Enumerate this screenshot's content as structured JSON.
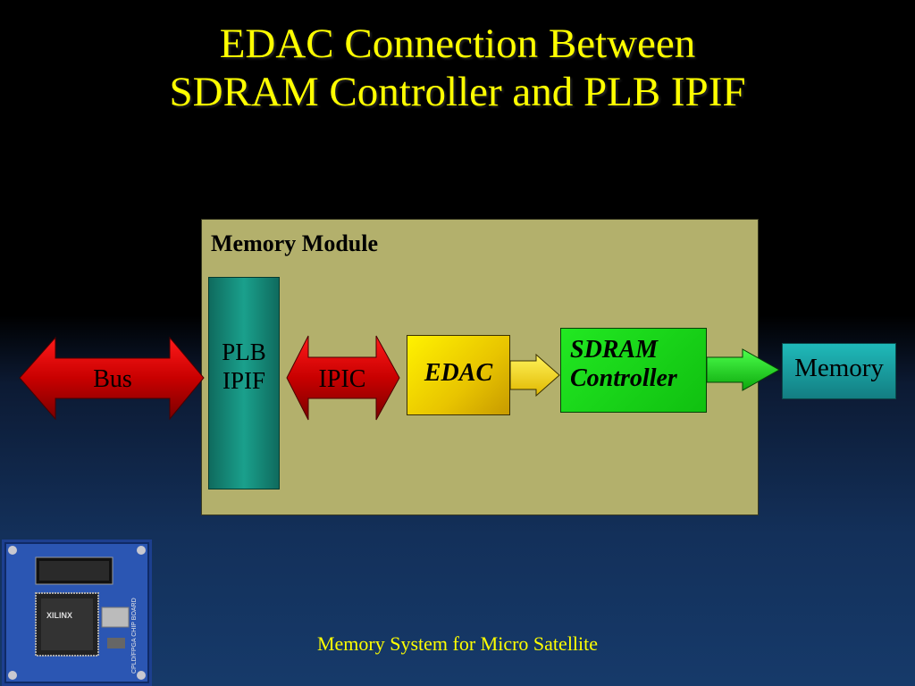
{
  "title": {
    "line1": "EDAC Connection Between",
    "line2": "SDRAM Controller and PLB IPIF"
  },
  "module": {
    "label": "Memory Module"
  },
  "blocks": {
    "plb_line1": "PLB",
    "plb_line2": "IPIF",
    "ipic": "IPIC",
    "edac": "EDAC",
    "sdram_line1": "SDRAM",
    "sdram_line2": "Controller",
    "memory": "Memory",
    "bus": "Bus"
  },
  "chip_image": {
    "label_xilinx": "XILINX",
    "board_text": "CPLD/FPGA CHIP BOARD"
  },
  "footer": "Memory System for Micro Satellite",
  "colors": {
    "title": "#ffff00",
    "module": "#b3b06c",
    "red_arrow": "#cc0000",
    "edac": "#f2d400",
    "sdram": "#1bd81b",
    "memory": "#1aa3a6",
    "plb": "#16907e"
  }
}
